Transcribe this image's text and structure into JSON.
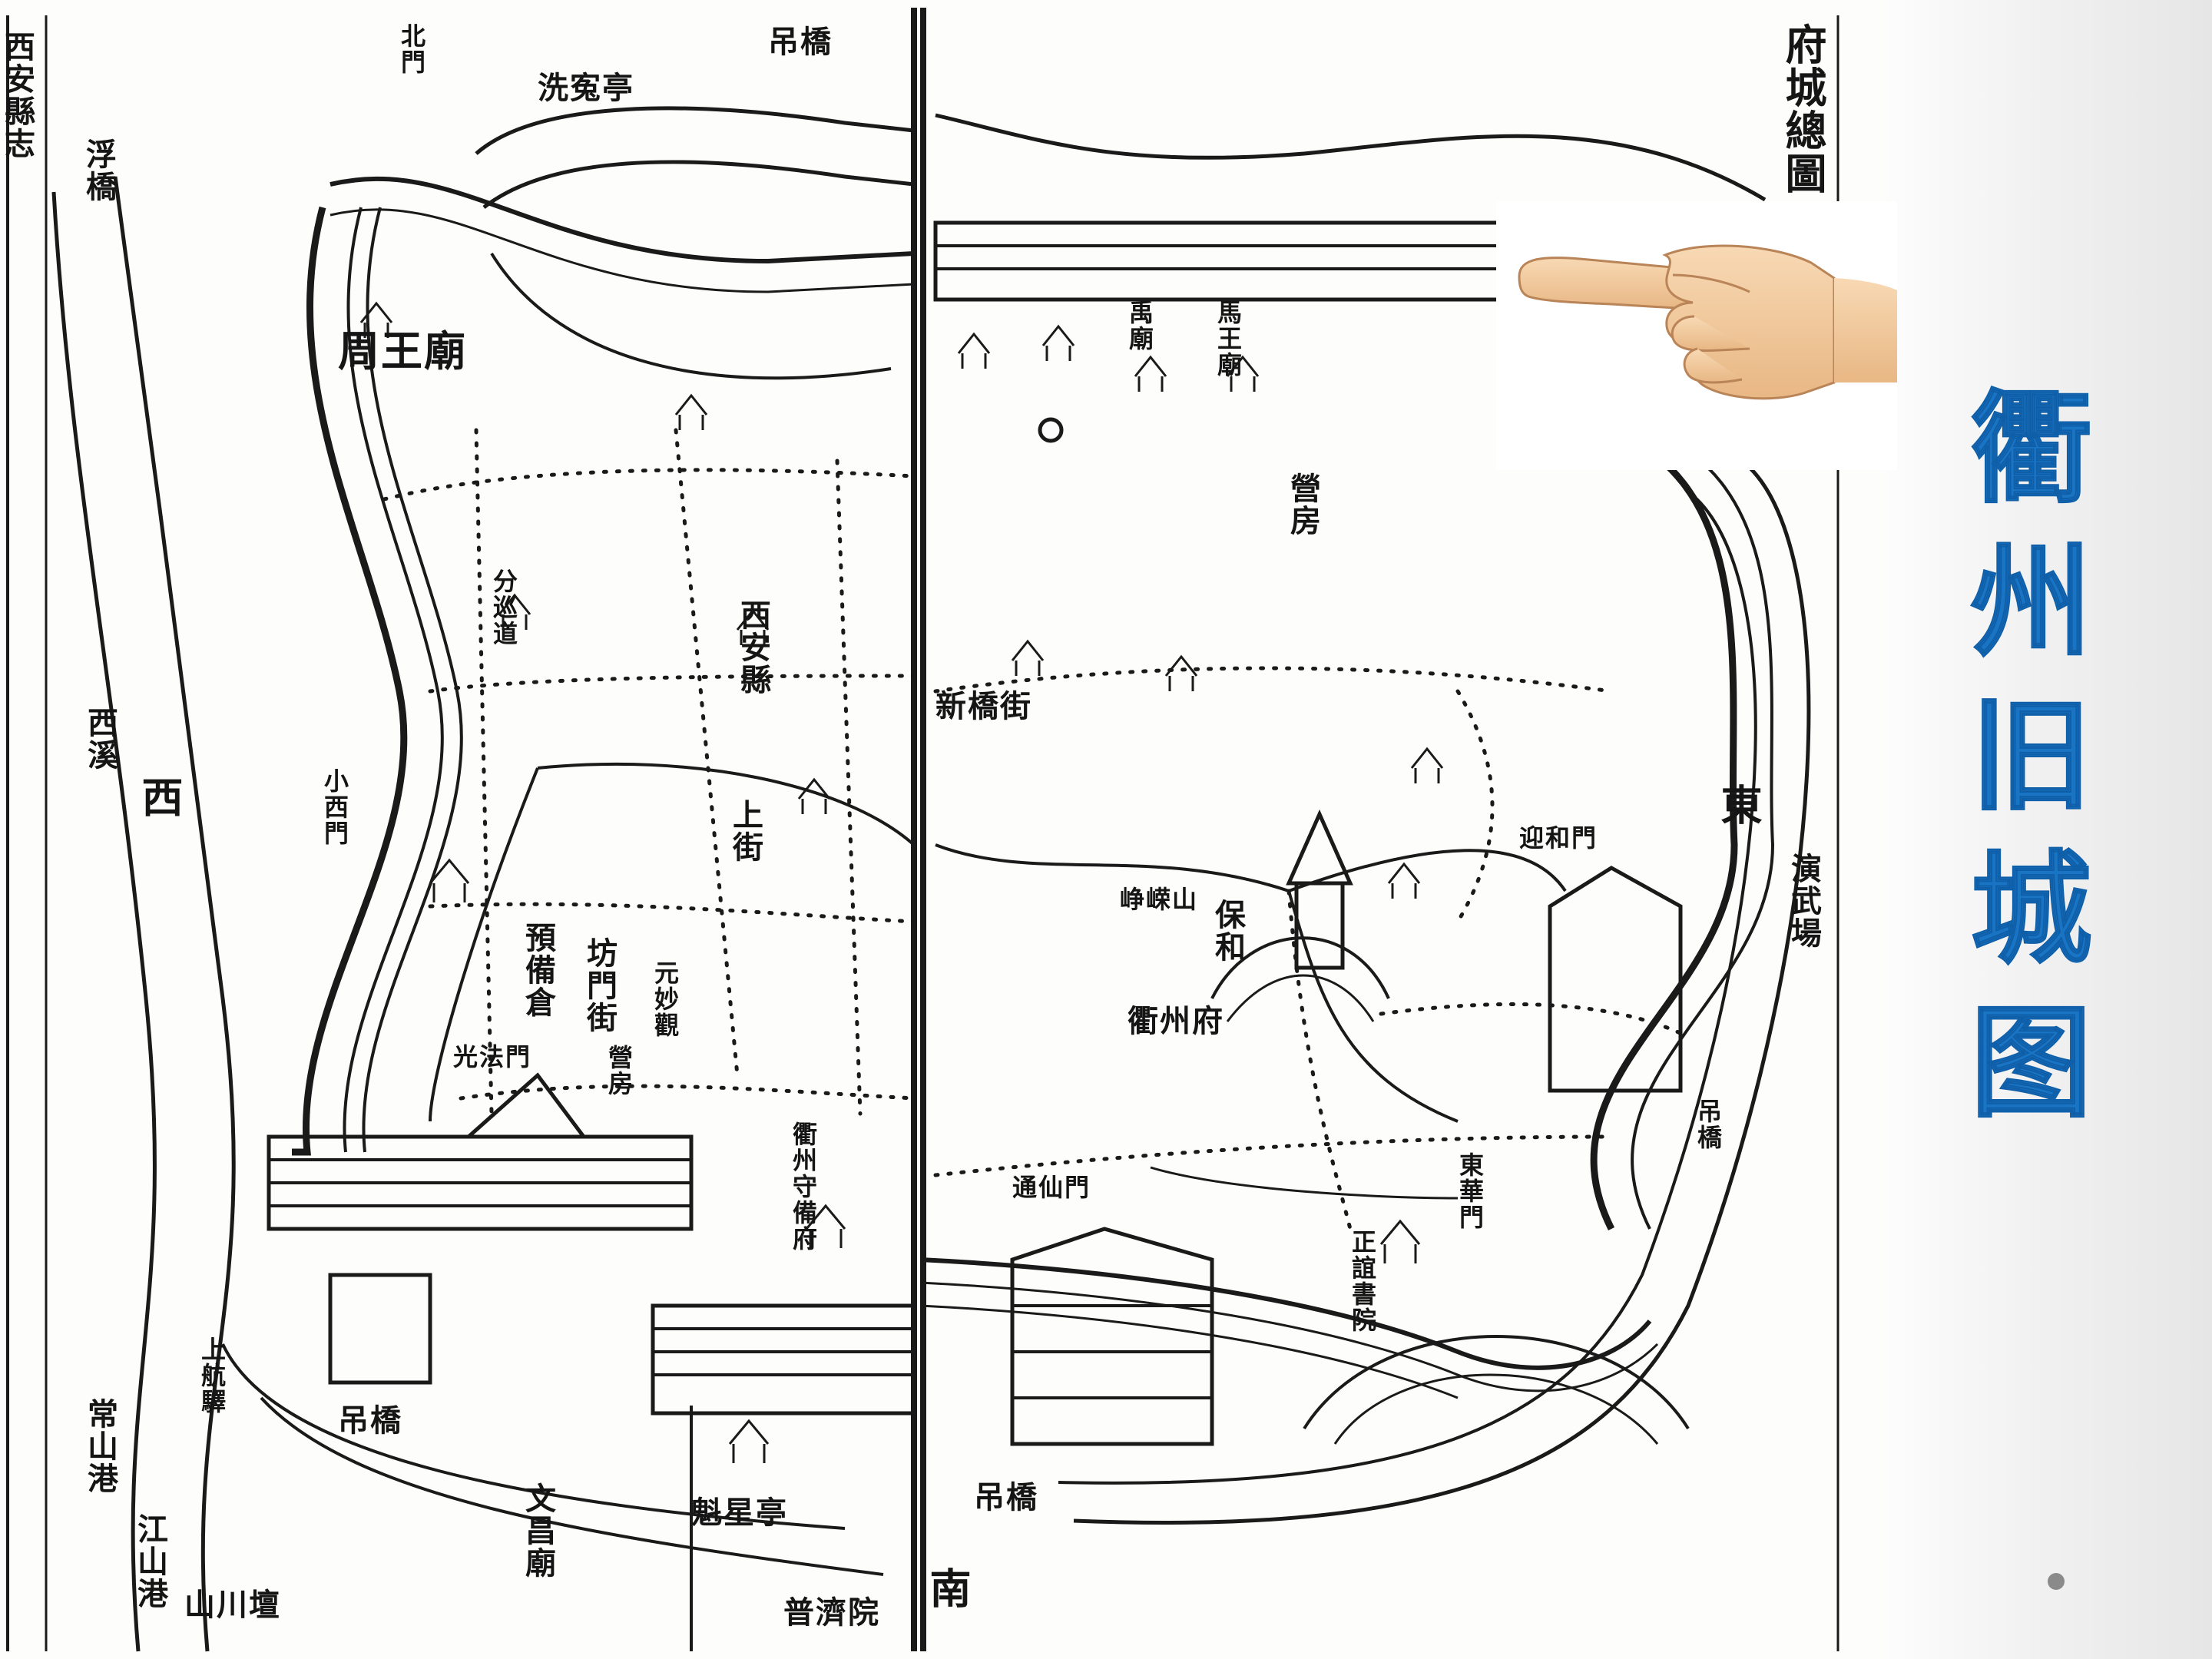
{
  "slide": {
    "title": "衢州旧城图",
    "accent_color": "#1a74c4"
  },
  "pointer": {
    "icon": "pointing-hand-icon",
    "direction": "left"
  },
  "map": {
    "left_page": {
      "margin_title": "西安縣志",
      "labels": {
        "bridge_nw": "浮橋",
        "pavilion_north": "洗寃亭",
        "bridge_north": "吊橋",
        "temple_zhou": "周王廟",
        "west_river": "西溪",
        "west": "西",
        "west_market": "分巡道",
        "lane": "上街",
        "archway": "坊門街",
        "sub_prefecture": "預備倉",
        "camp": "營房",
        "gate_guangfa": "光法門",
        "prefecture_garrison": "衢州守備府",
        "yuanmiao": "元妙觀",
        "xi_an_county": "西安縣",
        "bridge_south": "吊橋",
        "shangzheng": "上航驛",
        "changshan_gang": "常山港",
        "jiangshan_gang": "江山港",
        "shanchuan_tan": "山川壇",
        "wenchang_temple": "文昌廟",
        "kuixing_pavilion": "魁星亭",
        "puji_yuan": "普濟院",
        "xiaoxi_gang": "小西門",
        "north_gate": "北門"
      }
    },
    "right_page": {
      "margin_title": "府城總圖",
      "labels": {
        "ma_wang_temple": "馬王廟",
        "yu_temple": "禹廟",
        "camp": "營房",
        "bridge_new": "新橋街",
        "east": "東",
        "yingheng_gate": "迎和門",
        "training_ground": "演武場",
        "bridge_diao": "吊橋",
        "hill": "峥嵘山",
        "baohe": "保和",
        "quzhou_prefecture": "衢州府",
        "tongxian_gate": "通仙門",
        "bridge_south": "吊橋",
        "south": "南",
        "zhengyi": "正誼書院",
        "east_gate": "東華門"
      }
    }
  }
}
